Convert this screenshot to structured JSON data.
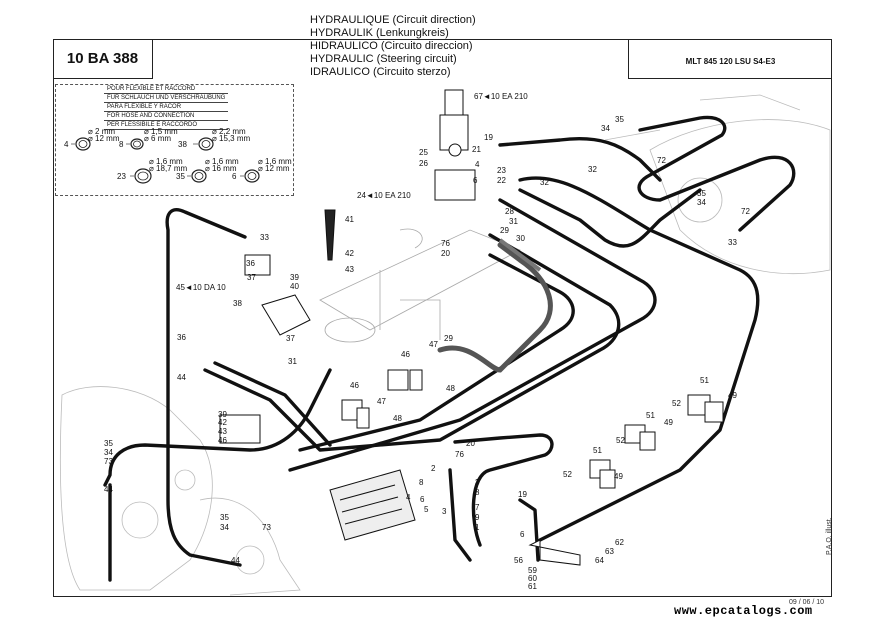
{
  "header": {
    "titles": [
      "HYDRAULIQUE (Circuit direction)",
      "HYDRAULIK (Lenkungkreis)",
      "HIDRAULICO (Circuito direccion)",
      "HYDRAULIC (Steering circuit)",
      "IDRAULICO (Circuito sterzo)"
    ],
    "ref": "10 BA 388",
    "model": "MLT 845 120 LSU S4-E3"
  },
  "legend": {
    "lines": [
      "POUR FLEXIBLE ET RACCORD",
      "FUR SCHLAUCH UND VERSCHRAUBUNG",
      "PARA FLEXIBLE Y RACOR",
      "FOR HOSE AND CONNECTION",
      "PER FLESSIBILE E RACCORDO"
    ],
    "seals": [
      {
        "num": "4",
        "d1": "⌀ 2 mm",
        "d2": "⌀ 12 mm"
      },
      {
        "num": "8",
        "d1": "⌀ 1,5 mm",
        "d2": "⌀ 6 mm"
      },
      {
        "num": "38",
        "d1": "⌀ 2,2 mm",
        "d2": "⌀ 15,3 mm"
      },
      {
        "num": "23",
        "d1": "⌀ 1,6 mm",
        "d2": "⌀ 18,7 mm"
      },
      {
        "num": "35",
        "d1": "⌀ 1,6 mm",
        "d2": "⌀ 16 mm"
      },
      {
        "num": "6",
        "d1": "⌀ 1,6 mm",
        "d2": "⌀ 12 mm"
      }
    ]
  },
  "references": {
    "ref67": "67◄10 EA 210",
    "ref24": "24◄10 EA 210",
    "ref45": "45◄10 DA 10"
  },
  "part_labels": [
    "1",
    "2",
    "3",
    "4",
    "5",
    "6",
    "7",
    "8",
    "9",
    "12",
    "19",
    "20",
    "21",
    "22",
    "23",
    "25",
    "26",
    "28",
    "29",
    "30",
    "31",
    "32",
    "33",
    "34",
    "35",
    "36",
    "37",
    "38",
    "39",
    "40",
    "41",
    "42",
    "43",
    "44",
    "46",
    "47",
    "48",
    "49",
    "51",
    "52",
    "56",
    "59",
    "60",
    "61",
    "62",
    "63",
    "64",
    "72",
    "73",
    "76"
  ],
  "footer": {
    "date": "09 / 06 / 10",
    "vertical": "P.A.O. illust.",
    "website": "www.epcatalogs.com"
  }
}
